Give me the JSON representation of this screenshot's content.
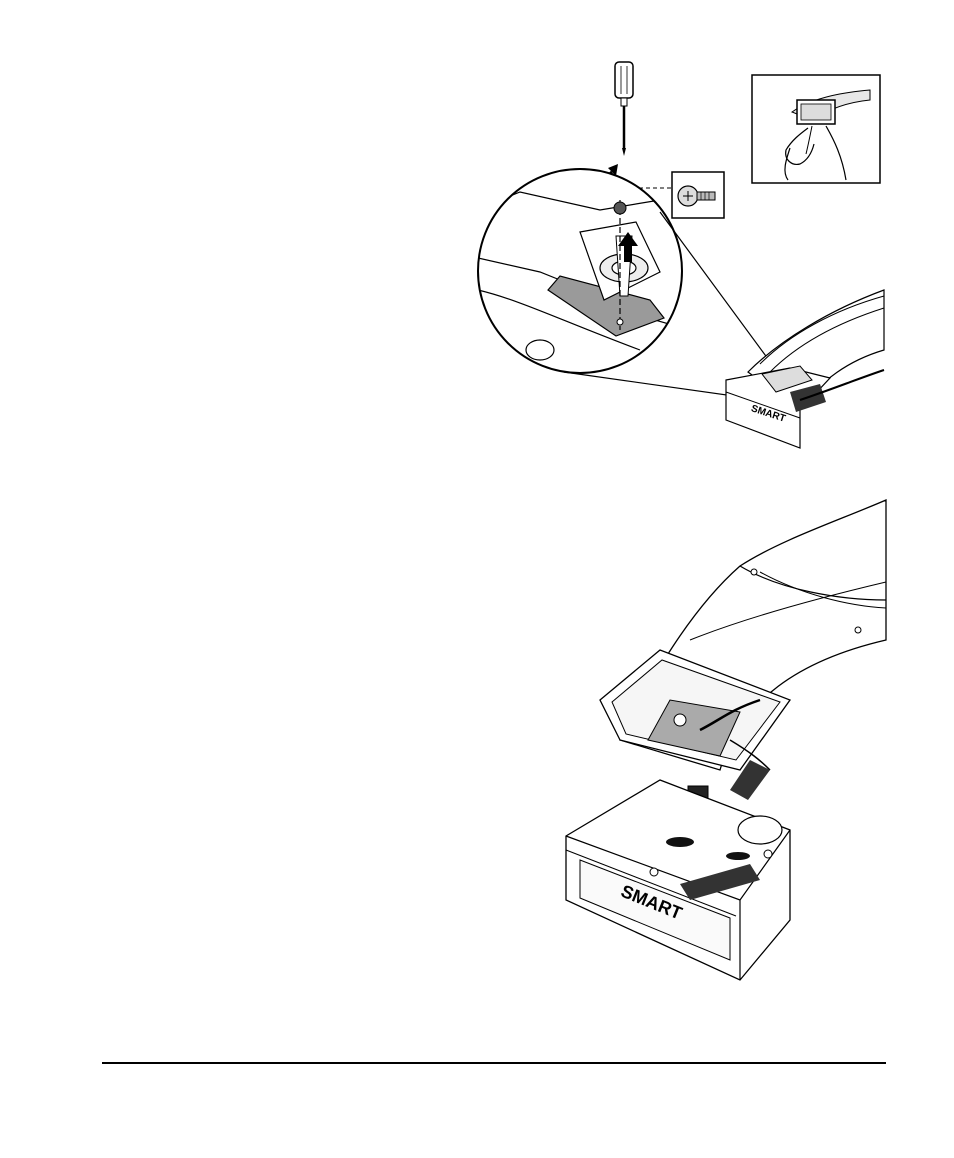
{
  "page": {
    "figures": [
      {
        "name": "remove-projector-screw",
        "logo_text": "SMART"
      },
      {
        "name": "lower-projector-onto-boom",
        "logo_text": "SMART"
      }
    ]
  }
}
